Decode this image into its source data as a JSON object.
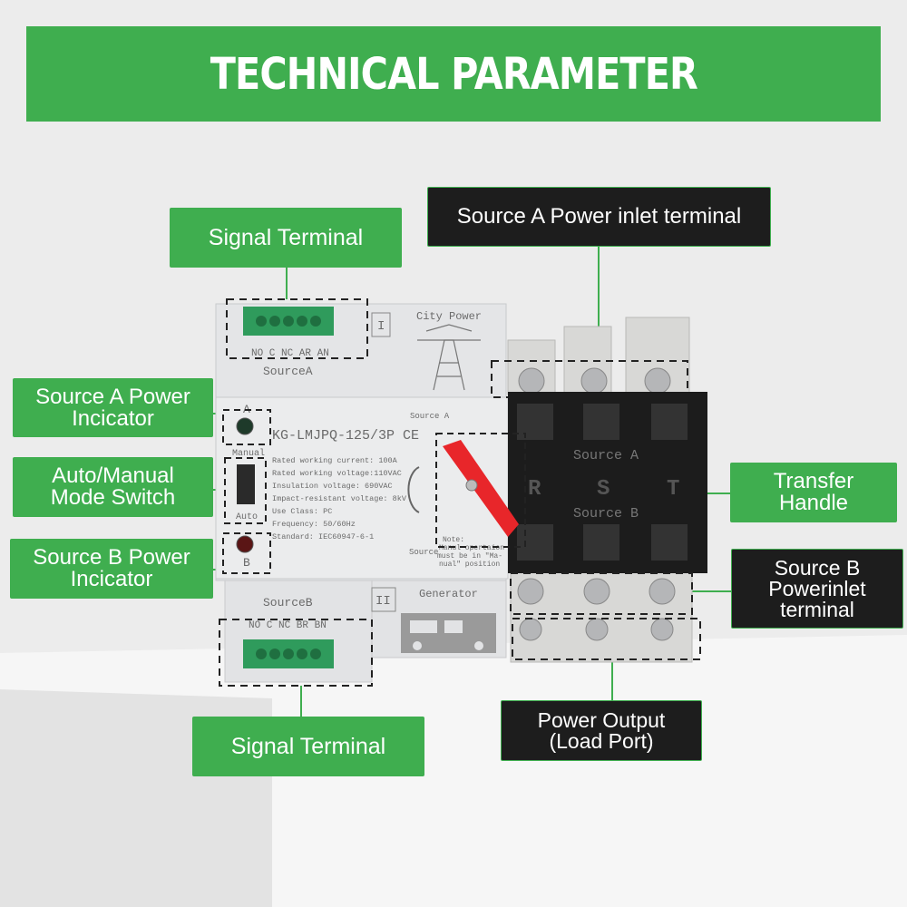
{
  "banner": {
    "title": "TECHNICAL PARAMETER"
  },
  "callouts": {
    "signal_terminal_top": "Signal Terminal",
    "source_a_inlet": "Source A Power inlet terminal",
    "source_a_indicator": [
      "Source A Power",
      "Incicator"
    ],
    "auto_manual_switch": [
      "Auto/Manual",
      "Mode Switch"
    ],
    "source_b_indicator": [
      "Source B Power",
      "Incicator"
    ],
    "transfer_handle": [
      "Transfer",
      "Handle"
    ],
    "source_b_inlet": [
      "Source B",
      "Powerinlet",
      "terminal"
    ],
    "power_output": [
      "Power Output",
      "(Load Port)"
    ],
    "signal_terminal_bottom": "Signal Terminal"
  },
  "device": {
    "terminal_a_pins": "NO C NC AR AN",
    "terminal_b_pins": "NO C NC BR BN",
    "source_a_label": "SourceA",
    "source_b_label": "SourceB",
    "roman_one": "I",
    "roman_two": "II",
    "city_power": "City Power",
    "generator": "Generator",
    "indicator_a": "A",
    "indicator_b": "B",
    "manual": "Manual",
    "auto": "Auto",
    "model": "KG-LMJPQ-125/3P CE",
    "source_a_small": "Source A",
    "source_small": "Source",
    "specs": [
      "Rated working current:   100A",
      "Rated working voltage:110VAC",
      "Insulation voltage:  690VAC",
      "Impact-resistant voltage: 8kV",
      "Use Class:              PC",
      "Frequency:         50/60Hz",
      "Standard:     IEC60947-6-1"
    ],
    "note": [
      "Note:",
      "Manul opertaion",
      "must be in \"Ma-",
      "nual\" position"
    ],
    "block_source_a": "Source A",
    "block_source_b": "Source B",
    "phases": [
      "R",
      "S",
      "T"
    ]
  },
  "colors": {
    "accent": "#3fae4f",
    "dark": "#1d1d1d",
    "handle": "#e8262a"
  }
}
